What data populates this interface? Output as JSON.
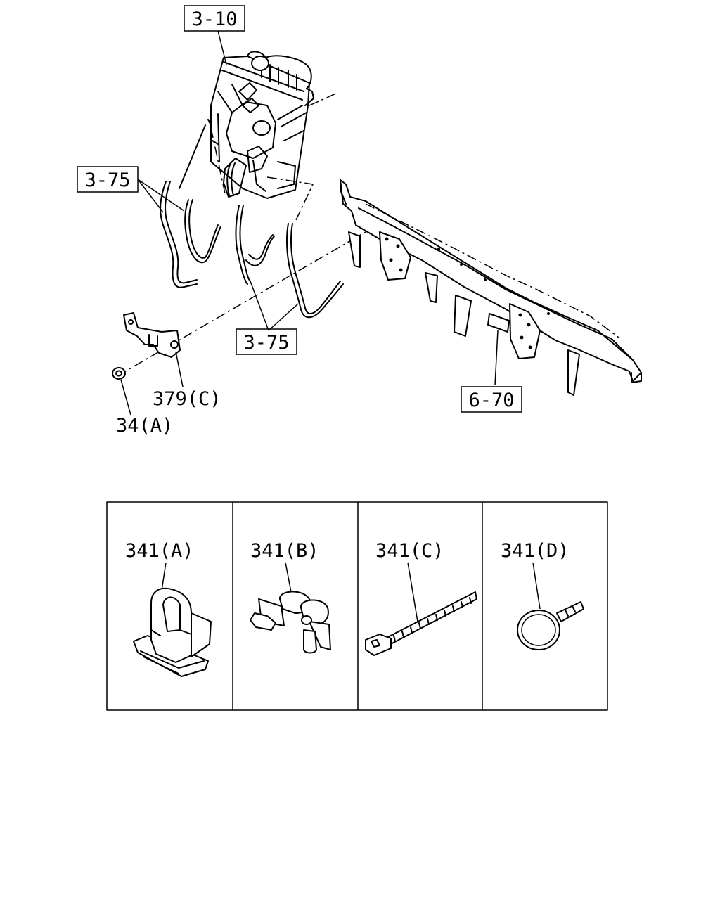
{
  "callouts": {
    "brake_pedal": "3-10",
    "pipe_upper": "3-75",
    "pipe_lower": "3-75",
    "crossmember": "6-70",
    "bracket": "379(C)",
    "nut": "34(A)"
  },
  "clips": [
    {
      "label": "341(A)",
      "icon": "push-clip-icon"
    },
    {
      "label": "341(B)",
      "icon": "double-clip-icon"
    },
    {
      "label": "341(C)",
      "icon": "cable-tie-icon"
    },
    {
      "label": "341(D)",
      "icon": "band-clamp-icon"
    }
  ]
}
